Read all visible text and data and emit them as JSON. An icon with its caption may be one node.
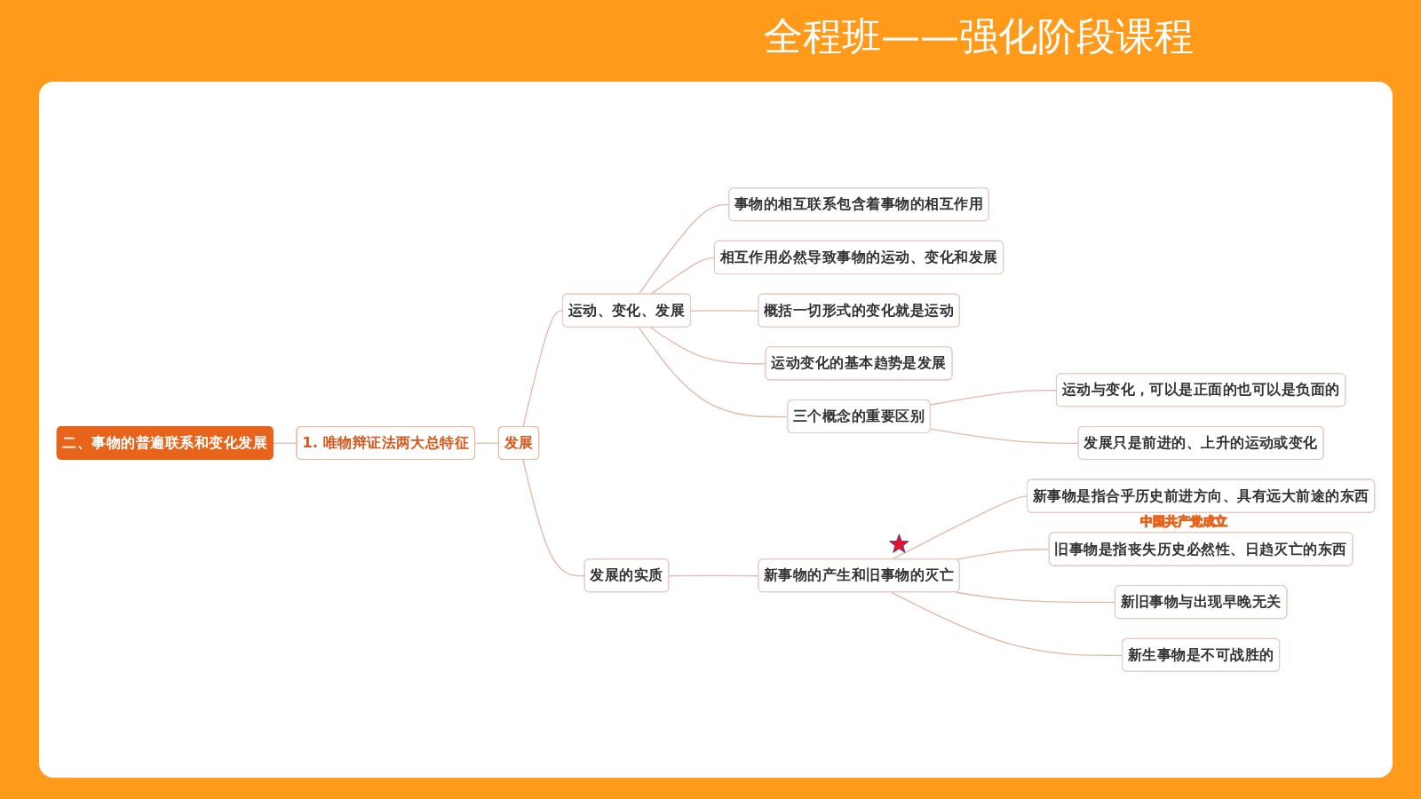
{
  "diagram": {
    "nodes": [
      {
        "text": [
          "二、事物的普遍联系和变化发展"
        ]
      },
      {
        "text": [
          "1. 唯物辩证法两大总特征"
        ]
      },
      {
        "text": [
          "发展"
        ]
      },
      {
        "text": [
          "运动、变化、发展"
        ]
      },
      {
        "text": [
          "事物的相互联系包含着事物的相互作用"
        ]
      },
      {
        "text": [
          "相互作用必然导致事物的运动、变化和发展"
        ]
      },
      {
        "text": [
          "概括一切形式的变化就是运动"
        ]
      },
      {
        "text": [
          "运动变化的基本趋势是发展"
        ]
      },
      {
        "text": [
          "三个概念的重要区别"
        ]
      },
      {
        "text": [
          "运动与变化，可以是正面的也可以是负面的"
        ]
      },
      {
        "text": [
          "发展只是前进的、上升的运动或变化"
        ]
      },
      {
        "text": [
          "发展的实质"
        ]
      },
      {
        "text": [
          "新事物的产生和旧事物的灭亡"
        ]
      },
      {
        "text": [
          "新事物是指合乎历史前进方向、具有远大前途的东西"
        ]
      },
      {
        "text": [
          "旧事物是指丧失历史必然性、日趋灭亡的东西"
        ]
      },
      {
        "text": [
          "新旧事物与出现早晚无关"
        ]
      },
      {
        "text": [
          "新生事物是不可战胜的"
        ]
      }
    ],
    "edges": [
      {
        "from": 0,
        "to": 1,
        "arrow": "none"
      },
      {
        "from": 1,
        "to": 2,
        "arrow": "none"
      },
      {
        "from": 2,
        "to": 3,
        "arrow": "none"
      },
      {
        "from": 2,
        "to": 11,
        "arrow": "none"
      },
      {
        "from": 3,
        "to": 4,
        "arrow": "none"
      },
      {
        "from": 3,
        "to": 5,
        "arrow": "none"
      },
      {
        "from": 3,
        "to": 6,
        "arrow": "none"
      },
      {
        "from": 3,
        "to": 7,
        "arrow": "none"
      },
      {
        "from": 3,
        "to": 8,
        "arrow": "none"
      },
      {
        "from": 8,
        "to": 9,
        "arrow": "none"
      },
      {
        "from": 8,
        "to": 10,
        "arrow": "none"
      },
      {
        "from": 11,
        "to": 12,
        "arrow": "none"
      },
      {
        "from": 12,
        "to": 13,
        "arrow": "none"
      },
      {
        "from": 12,
        "to": 14,
        "arrow": "none"
      },
      {
        "from": 12,
        "to": 15,
        "arrow": "none"
      },
      {
        "from": 12,
        "to": 16,
        "arrow": "none"
      }
    ],
    "labels": [
      "全程班——强化阶段课程",
      "中国共产党成立"
    ]
  }
}
